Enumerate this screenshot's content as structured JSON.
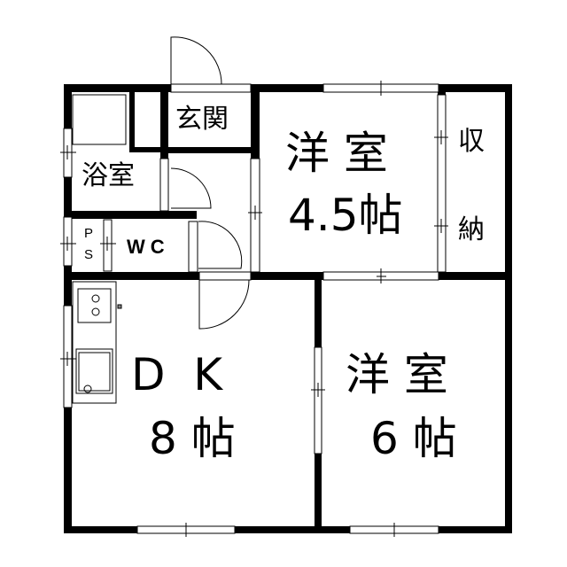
{
  "rooms": {
    "entrance": "玄関",
    "bath": "浴室",
    "ps_p": "P",
    "ps_s": "S",
    "wc": "WC",
    "western1_name": "洋 室",
    "western1_size": "4.5帖",
    "storage_1": "収",
    "storage_2": "納",
    "dk_name": "D  K",
    "dk_size": "8 帖",
    "western2_name": "洋 室",
    "western2_size": "6 帖"
  },
  "colors": {
    "wall": "#000000",
    "background": "#ffffff"
  }
}
